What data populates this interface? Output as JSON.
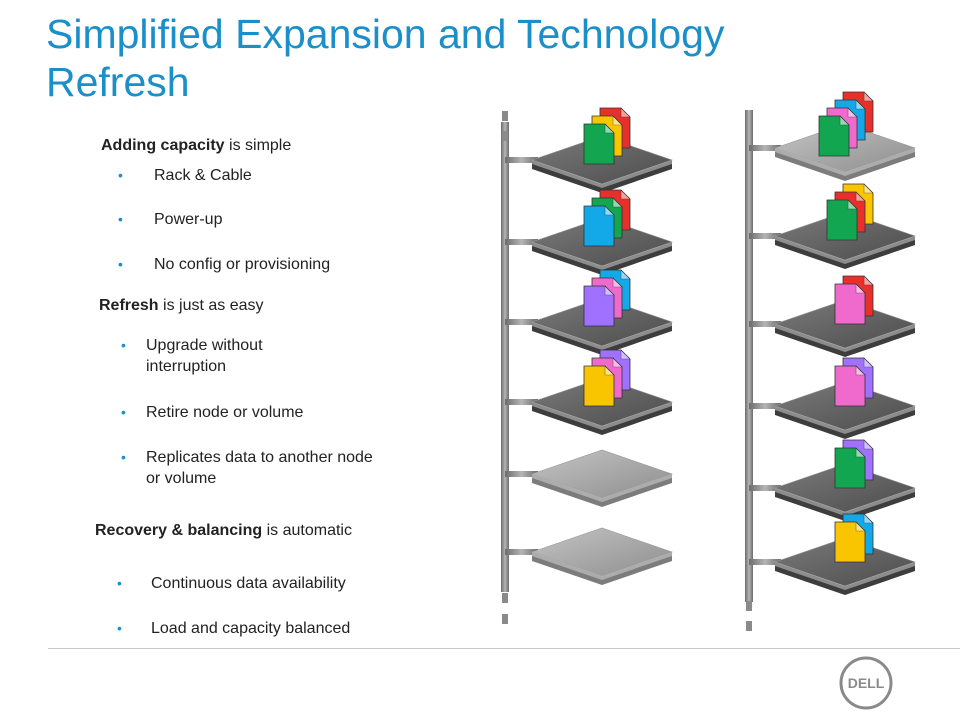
{
  "slide": {
    "title": "Simplified Expansion and Technology Refresh"
  },
  "sections": [
    {
      "heading_bold": "Adding capacity",
      "heading_rest": " is simple",
      "bullets": [
        "Rack & Cable",
        "Power-up",
        "No config or provisioning"
      ]
    },
    {
      "heading_bold": "Refresh",
      "heading_rest": " is just as easy",
      "bullets": [
        "Upgrade without interruption",
        "Retire node or volume",
        "Replicates data to another node or volume"
      ]
    },
    {
      "heading_bold": "Recovery & balancing",
      "heading_rest": " is automatic",
      "bullets": [
        "Continuous data availability",
        "Load and capacity balanced"
      ]
    }
  ],
  "logo": {
    "text": "DELL"
  },
  "colors": {
    "title": "#1a8fc9",
    "red": "#e8302a",
    "orange": "#f8a21a",
    "yellow": "#f9c400",
    "green": "#12a650",
    "blue": "#13a9e8",
    "pink": "#f06acd",
    "purple": "#a070ff",
    "node_dark": "#5c5c5c",
    "node_light": "#a5a5a5"
  },
  "diagram": {
    "left_rack": [
      {
        "style": "dark",
        "docs": [
          "red",
          "yellow",
          "green"
        ]
      },
      {
        "style": "dark",
        "docs": [
          "red",
          "green",
          "blue"
        ]
      },
      {
        "style": "dark",
        "docs": [
          "blue",
          "pink",
          "purple"
        ]
      },
      {
        "style": "dark",
        "docs": [
          "purple",
          "pink",
          "yellow"
        ]
      },
      {
        "style": "light",
        "docs": []
      },
      {
        "style": "light",
        "docs": []
      }
    ],
    "right_rack": [
      {
        "style": "light",
        "docs": [
          "red",
          "blue",
          "pink",
          "green"
        ]
      },
      {
        "style": "dark",
        "docs": [
          "yellow",
          "red",
          "green"
        ]
      },
      {
        "style": "dark",
        "docs": [
          "red",
          "pink"
        ]
      },
      {
        "style": "dark",
        "docs": [
          "purple",
          "pink"
        ]
      },
      {
        "style": "dark",
        "docs": [
          "purple",
          "green"
        ]
      },
      {
        "style": "dark",
        "docs": [
          "blue",
          "yellow"
        ]
      }
    ]
  }
}
